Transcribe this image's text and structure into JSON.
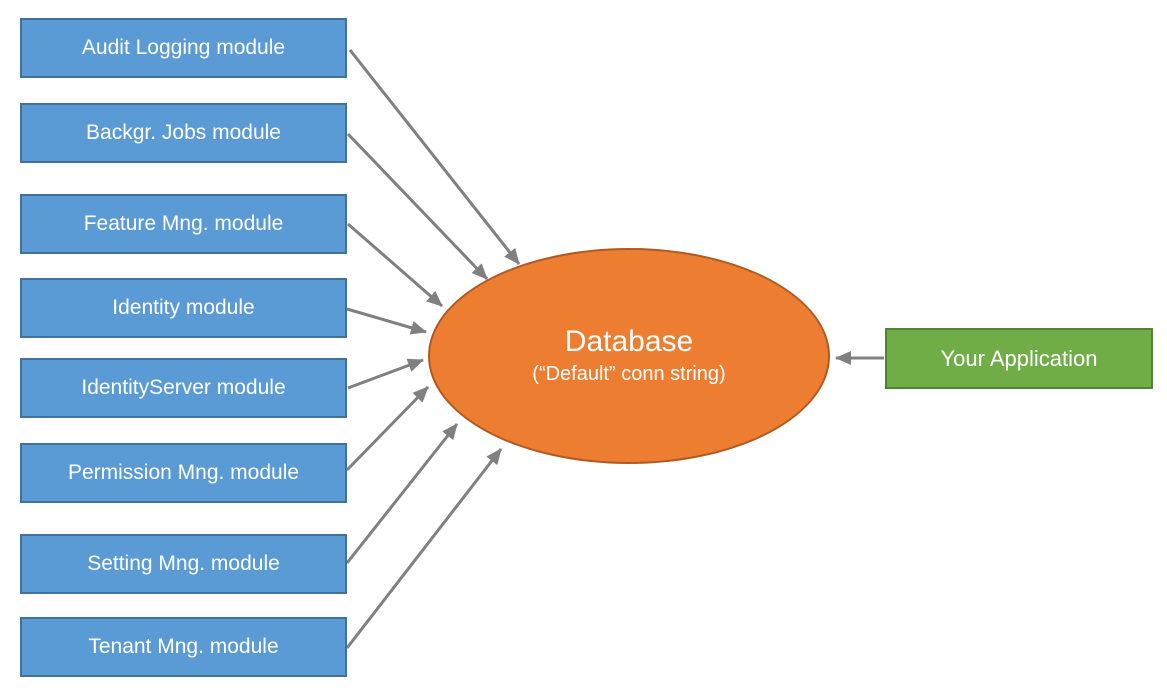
{
  "modules": [
    {
      "label": "Audit Logging module"
    },
    {
      "label": "Backgr. Jobs module"
    },
    {
      "label": "Feature Mng. module"
    },
    {
      "label": "Identity module"
    },
    {
      "label": "IdentityServer module"
    },
    {
      "label": "Permission Mng. module"
    },
    {
      "label": "Setting Mng. module"
    },
    {
      "label": "Tenant Mng. module"
    }
  ],
  "database": {
    "title": "Database",
    "subtitle": "(“Default” conn string)"
  },
  "application": {
    "label": "Your Application"
  },
  "colors": {
    "module_fill": "#5B9BD5",
    "module_border": "#41719C",
    "database_fill": "#ED7D31",
    "database_border": "#AE5A21",
    "app_fill": "#70AD47",
    "app_border": "#548235",
    "arrow": "#808080",
    "label_text": "#FFFFFF",
    "background": "#FFFFFF"
  }
}
